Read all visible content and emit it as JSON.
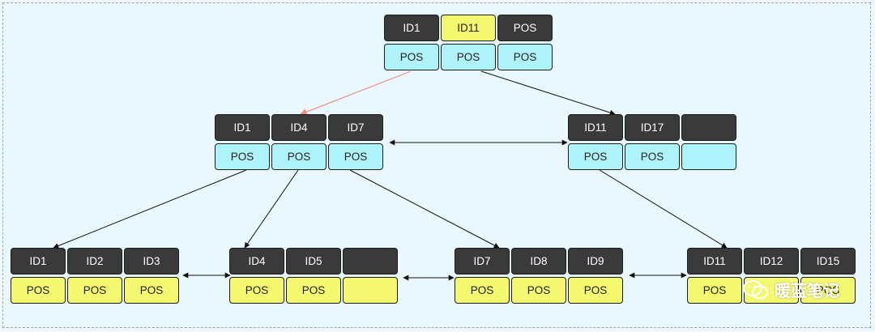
{
  "colors": {
    "key_bg": "#3a3a3a",
    "key_highlight": "#f3f86f",
    "internal_pos": "#aef3fa",
    "leaf_pos": "#f3f86f",
    "canvas_bg": "#e8f8fe",
    "highlight_edge": "#f08b80"
  },
  "nodes": {
    "root": {
      "keys": [
        "ID1",
        "ID11",
        "POS"
      ],
      "values": [
        "POS",
        "POS",
        "POS"
      ]
    },
    "internal_left": {
      "keys": [
        "ID1",
        "ID4",
        "ID7"
      ],
      "values": [
        "POS",
        "POS",
        "POS"
      ]
    },
    "internal_right": {
      "keys": [
        "ID11",
        "ID17",
        ""
      ],
      "values": [
        "POS",
        "POS",
        ""
      ]
    },
    "leaf_1": {
      "keys": [
        "ID1",
        "ID2",
        "ID3"
      ],
      "values": [
        "POS",
        "POS",
        "POS"
      ]
    },
    "leaf_2": {
      "keys": [
        "ID4",
        "ID5",
        ""
      ],
      "values": [
        "POS",
        "POS",
        ""
      ]
    },
    "leaf_3": {
      "keys": [
        "ID7",
        "ID8",
        "ID9"
      ],
      "values": [
        "POS",
        "POS",
        "POS"
      ]
    },
    "leaf_4": {
      "keys": [
        "ID11",
        "ID12",
        "ID15"
      ],
      "values": [
        "POS",
        "",
        "POS"
      ]
    }
  },
  "watermark": {
    "text": "暖蓝笔记",
    "icon": "wechat-icon"
  }
}
